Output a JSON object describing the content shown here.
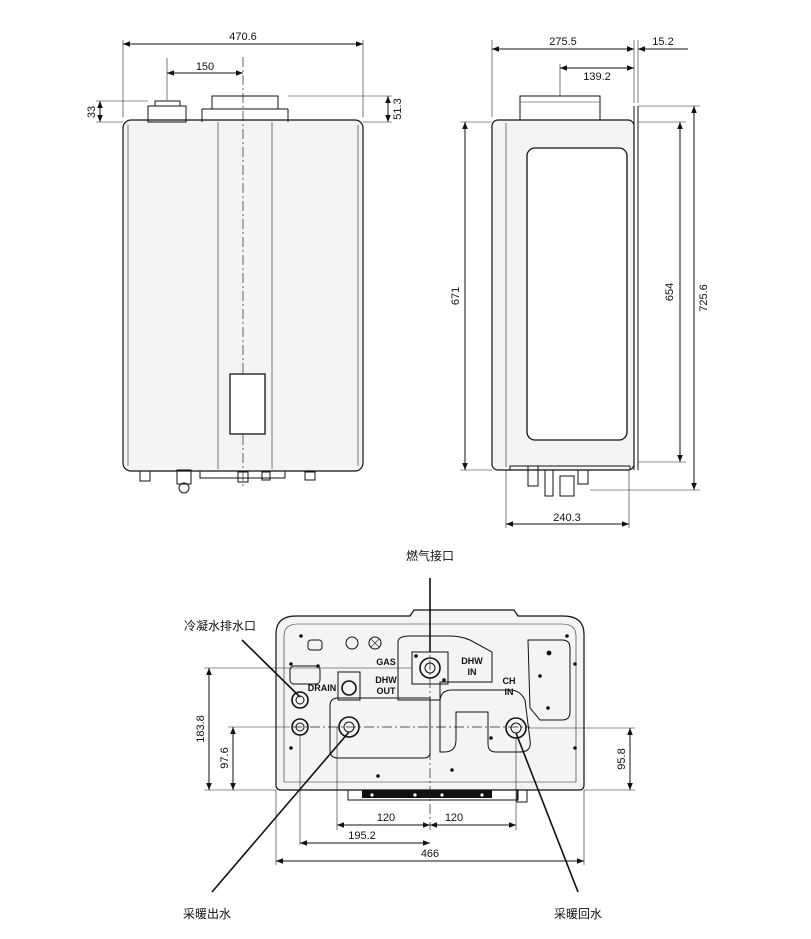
{
  "front_view": {
    "width": "470.6",
    "flue_offset": "150",
    "flue_height": "33",
    "flue_top": "51.3"
  },
  "side_view": {
    "depth": "275.5",
    "bracket": "15.2",
    "flue_depth": "139.2",
    "body_height": "671",
    "bracket_height": "654",
    "total_height": "725.6",
    "bottom_depth": "240.3"
  },
  "bottom_view": {
    "gas_label": "燃气接口",
    "drain_label": "冷凝水排水口",
    "ch_out_label": "采暖出水",
    "ch_in_label": "采暖回水",
    "plate_gas": "GAS",
    "plate_dhw_out_1": "DHW",
    "plate_dhw_out_2": "OUT",
    "plate_dhw_in_1": "DHW",
    "plate_dhw_in_2": "IN",
    "plate_ch_in_1": "CH",
    "plate_ch_in_2": "IN",
    "plate_drain": "DRAIN",
    "dim_183_8": "183.8",
    "dim_97_6": "97.6",
    "dim_95_8": "95.8",
    "dim_120_left": "120",
    "dim_120_right": "120",
    "dim_195_2": "195.2",
    "dim_466": "466"
  }
}
